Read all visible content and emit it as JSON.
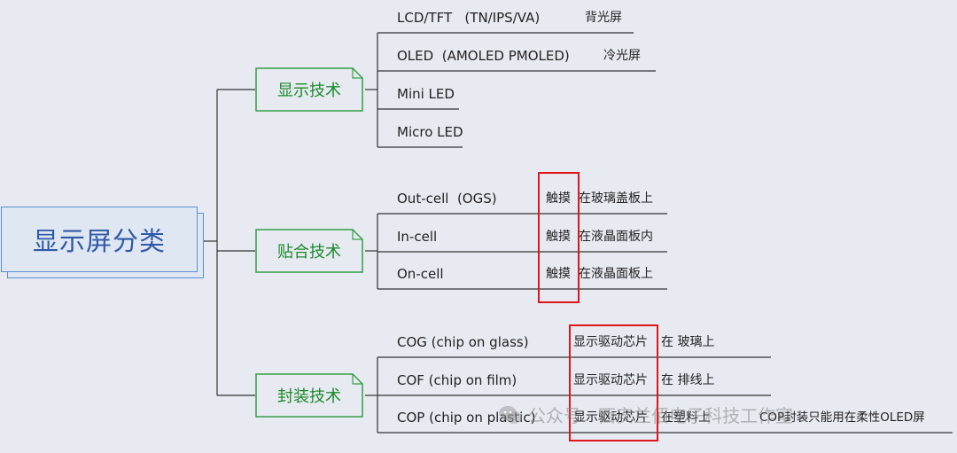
{
  "root": {
    "label": "显示屏分类"
  },
  "categories": [
    {
      "label": "显示技术",
      "items": [
        {
          "label": "LCD/TFT   (TN/IPS/VA)",
          "note": "背光屏"
        },
        {
          "label": "OLED  (AMOLED PMOLED)",
          "note": "冷光屏"
        },
        {
          "label": "Mini LED",
          "note": ""
        },
        {
          "label": "Micro LED",
          "note": ""
        }
      ]
    },
    {
      "label": "贴合技术",
      "items": [
        {
          "label": "Out-cell  (OGS)",
          "highlight": "触摸",
          "note": "在玻璃盖板上"
        },
        {
          "label": "In-cell",
          "highlight": "触摸",
          "note": "在液晶面板内"
        },
        {
          "label": "On-cell",
          "highlight": "触摸",
          "note": "在液晶面板上"
        }
      ]
    },
    {
      "label": "封装技术",
      "items": [
        {
          "label": "COG (chip on glass)",
          "highlight": "显示驱动芯片",
          "note": "在 玻璃上"
        },
        {
          "label": "COF (chip on film)",
          "highlight": "显示驱动芯片",
          "note": "在 排线上"
        },
        {
          "label": "COP (chip on plastic)",
          "highlight": "显示驱动芯片",
          "note": "在塑料上",
          "extra": "COP封装只能用在柔性OLED屏"
        }
      ]
    }
  ],
  "watermark": {
    "text": "公众号 · 西安兰佰电子科技工作室"
  },
  "colors": {
    "category_green": "#1b8a2b",
    "root_blue": "#2f58a6",
    "highlight_red": "#e0161c"
  }
}
